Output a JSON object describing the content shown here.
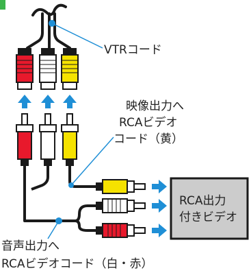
{
  "labels": {
    "vtr_cord": "VTRコード",
    "video_out_line1": "映像出力へ",
    "video_out_line2": "RCAビデオ",
    "video_out_line3": "コード（黄）",
    "rca_out_line1": "RCA出力",
    "rca_out_line2": "付きビデオ",
    "audio_out_line1": "音声出力へ",
    "audio_out_line2": "RCAビデオコード（白・赤）"
  },
  "colors": {
    "red": "#e8192c",
    "white": "#ffffff",
    "yellow": "#f5e200",
    "cable": "#1a1a1a",
    "arrow": "#1f8fd6",
    "box_fill": "#cccccc",
    "accent_green": "#3cb44b"
  },
  "connectors": [
    "red",
    "white",
    "yellow"
  ],
  "icons": [
    "up-arrow-icon",
    "right-arrow-icon"
  ]
}
